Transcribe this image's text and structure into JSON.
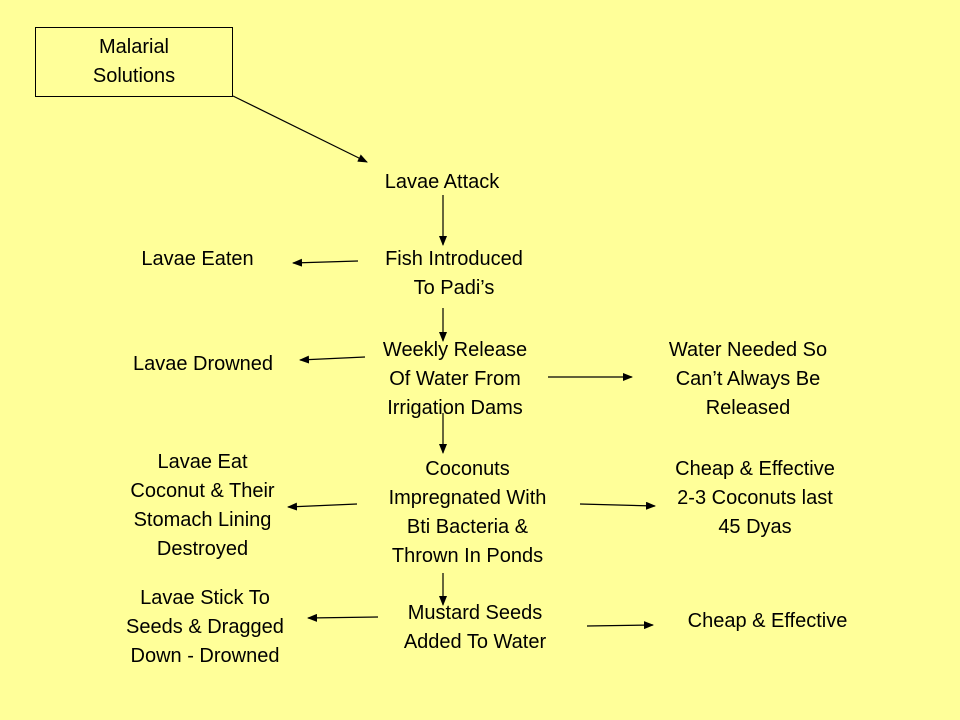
{
  "diagram": {
    "title": "Malarial\nSolutions",
    "nodes": {
      "lavae_attack": "Lavae Attack",
      "fish": "Fish Introduced\nTo Padi’s",
      "lavae_eaten": "Lavae Eaten",
      "weekly_release": "Weekly Release\nOf Water From\nIrrigation Dams",
      "lavae_drowned": "Lavae Drowned",
      "water_needed": "Water Needed So\nCan’t Always Be\nReleased",
      "coconuts": "Coconuts\nImpregnated With\nBti Bacteria &\nThrown In Ponds",
      "lavae_eat_coconut": "Lavae Eat\nCoconut & Their\nStomach Lining\nDestroyed",
      "cheap_effective_coconut": "Cheap & Effective\n2-3 Coconuts last\n45 Dyas",
      "mustard": "Mustard Seeds\nAdded To Water",
      "lavae_stick": "Lavae Stick To\nSeeds & Dragged\nDown - Drowned",
      "cheap_effective_mustard": "Cheap & Effective"
    }
  },
  "colors": {
    "background": "#ffff99",
    "line": "#000000"
  }
}
